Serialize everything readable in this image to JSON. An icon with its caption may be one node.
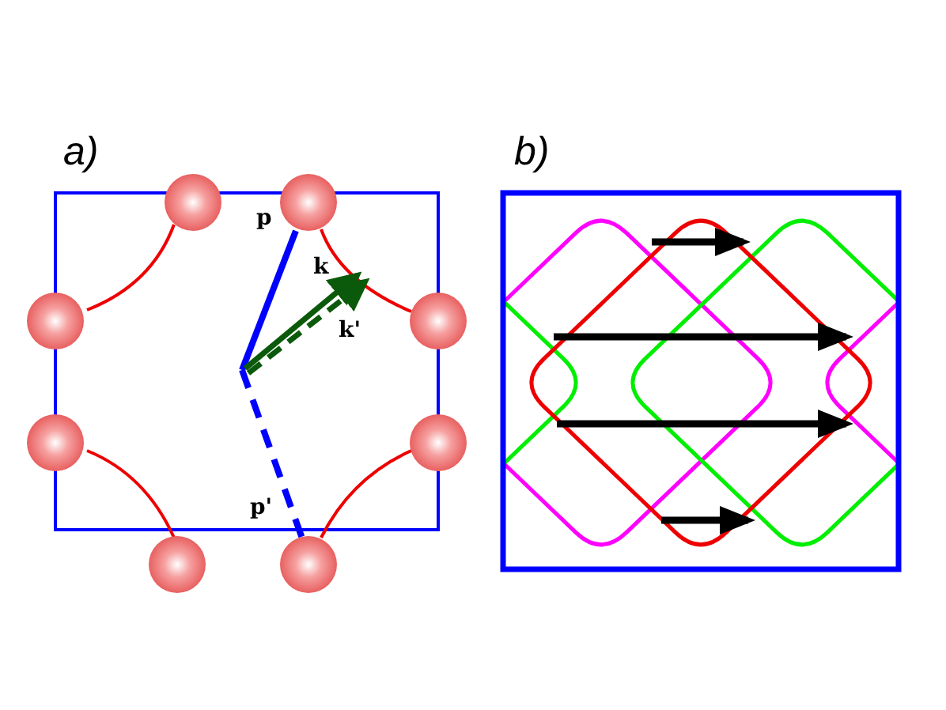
{
  "diagram": {
    "labels": [
      "a)",
      "b)",
      "p",
      "k",
      "k'",
      "p'"
    ]
  }
}
